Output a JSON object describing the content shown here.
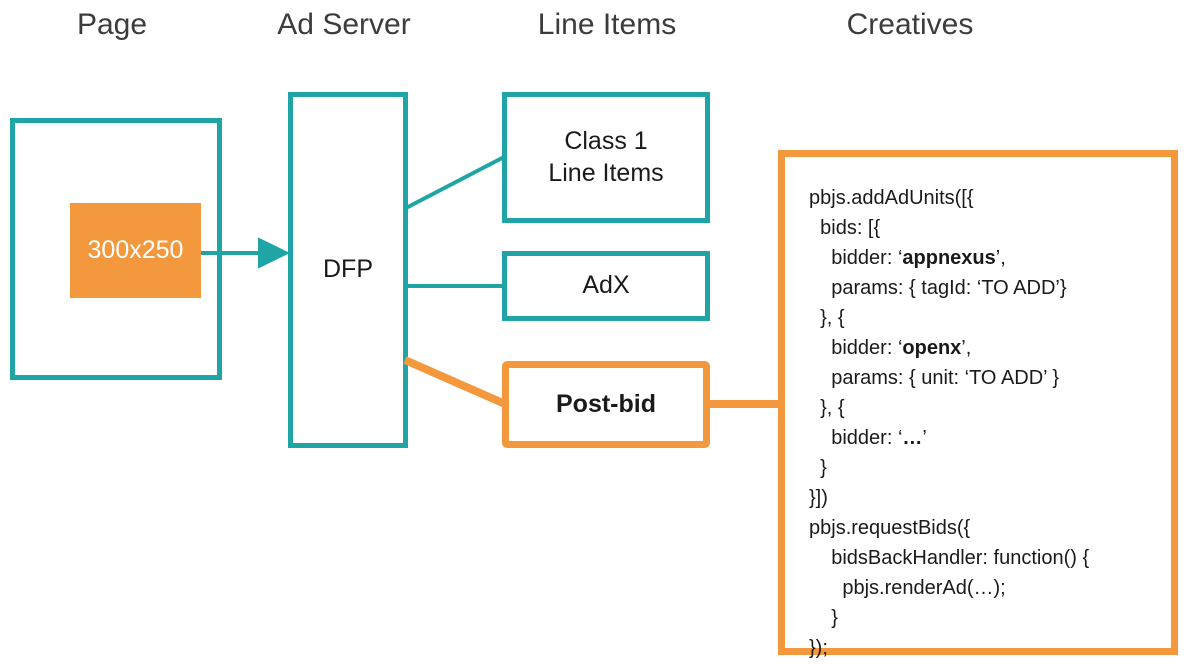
{
  "headings": {
    "page": "Page",
    "ad_server": "Ad Server",
    "line_items": "Line Items",
    "creatives": "Creatives"
  },
  "colors": {
    "teal": "#1fa5a5",
    "orange": "#f4983e",
    "text": "#1a1a1a",
    "heading_text": "#3c3c3c",
    "adslot_text": "#ffffff",
    "background": "#ffffff"
  },
  "nodes": {
    "page_container": {
      "label": ""
    },
    "ad_slot": {
      "label": "300x250"
    },
    "ad_server": {
      "label": "DFP"
    },
    "class1_line_items": {
      "label": "Class 1\nLine Items",
      "line1": "Class 1",
      "line2": "Line Items"
    },
    "adx": {
      "label": "AdX"
    },
    "post_bid": {
      "label": "Post-bid"
    }
  },
  "code_panel": {
    "lines": [
      {
        "indent": 0,
        "parts": [
          {
            "text": "pbjs.addAdUnits([{",
            "bold": false
          }
        ]
      },
      {
        "indent": 1,
        "parts": [
          {
            "text": "bids: [{",
            "bold": false
          }
        ]
      },
      {
        "indent": 2,
        "parts": [
          {
            "text": "bidder: ‘",
            "bold": false
          },
          {
            "text": "appnexus",
            "bold": true
          },
          {
            "text": "’,",
            "bold": false
          }
        ]
      },
      {
        "indent": 2,
        "parts": [
          {
            "text": "params: { tagId: ‘TO ADD’}",
            "bold": false
          }
        ]
      },
      {
        "indent": 1,
        "parts": [
          {
            "text": "}, {",
            "bold": false
          }
        ]
      },
      {
        "indent": 2,
        "parts": [
          {
            "text": "bidder: ‘",
            "bold": false
          },
          {
            "text": "openx",
            "bold": true
          },
          {
            "text": "’,",
            "bold": false
          }
        ]
      },
      {
        "indent": 2,
        "parts": [
          {
            "text": "params: { unit: ‘TO ADD’ }",
            "bold": false
          }
        ]
      },
      {
        "indent": 1,
        "parts": [
          {
            "text": "}, {",
            "bold": false
          }
        ]
      },
      {
        "indent": 2,
        "parts": [
          {
            "text": "bidder: ‘",
            "bold": false
          },
          {
            "text": "…",
            "bold": true
          },
          {
            "text": "’",
            "bold": false
          }
        ]
      },
      {
        "indent": 1,
        "parts": [
          {
            "text": "}",
            "bold": false
          }
        ]
      },
      {
        "indent": 0,
        "parts": [
          {
            "text": "}])",
            "bold": false
          }
        ]
      },
      {
        "indent": 0,
        "parts": [
          {
            "text": "pbjs.requestBids({",
            "bold": false
          }
        ]
      },
      {
        "indent": 2,
        "parts": [
          {
            "text": "bidsBackHandler: function() {",
            "bold": false
          }
        ]
      },
      {
        "indent": 3,
        "parts": [
          {
            "text": "pbjs.renderAd(…);",
            "bold": false
          }
        ]
      },
      {
        "indent": 2,
        "parts": [
          {
            "text": "}",
            "bold": false
          }
        ]
      },
      {
        "indent": 0,
        "parts": [
          {
            "text": "});",
            "bold": false
          }
        ]
      }
    ]
  },
  "connectors": [
    {
      "name": "adslot-to-dfp",
      "type": "arrow",
      "color": "#1fa5a5"
    },
    {
      "name": "dfp-to-class1",
      "type": "line",
      "color": "#1fa5a5"
    },
    {
      "name": "dfp-to-adx",
      "type": "line",
      "color": "#1fa5a5"
    },
    {
      "name": "dfp-to-postbid",
      "type": "line",
      "color": "#f4983e"
    },
    {
      "name": "postbid-to-code",
      "type": "line",
      "color": "#f4983e"
    }
  ]
}
